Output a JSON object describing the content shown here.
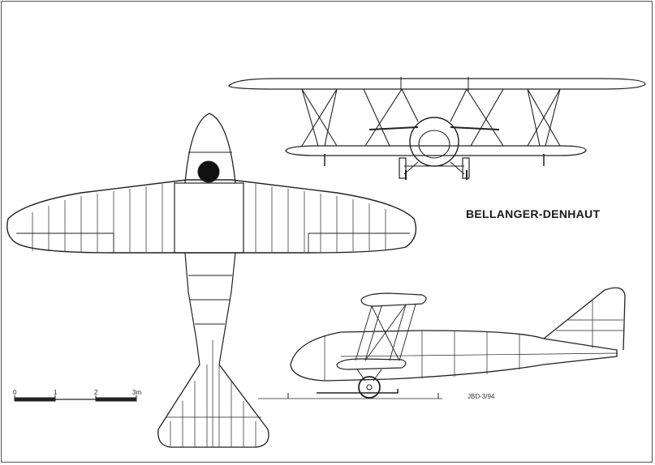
{
  "drawing": {
    "title": "BELLANGER-DENHAUT",
    "reference": "JBD-3/94",
    "scale": {
      "ticks": [
        "0",
        "1",
        "2",
        "3m"
      ]
    },
    "views": [
      "top-view",
      "front-view",
      "side-view"
    ],
    "line_color": "#222222",
    "fill_color": "#ffffff"
  }
}
